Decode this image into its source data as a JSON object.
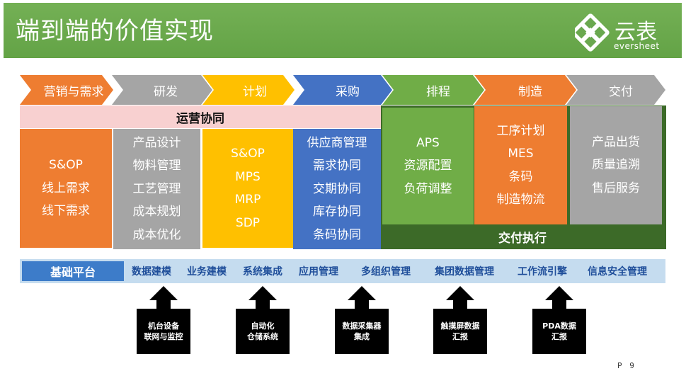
{
  "title": "端到端的价值实现",
  "logo": {
    "name": "云表",
    "sub": "eversheet"
  },
  "stages": [
    {
      "label": "营销与需求",
      "color": "#ee7d31"
    },
    {
      "label": "研发",
      "color": "#a5a5a5"
    },
    {
      "label": "计划",
      "color": "#ffc000"
    },
    {
      "label": "采购",
      "color": "#4472c4"
    },
    {
      "label": "排程",
      "color": "#70ad47"
    },
    {
      "label": "制造",
      "color": "#ee7d31"
    },
    {
      "label": "交付",
      "color": "#a5a5a5"
    }
  ],
  "ops_label": "运营协同",
  "delivery_label": "交付执行",
  "columns": [
    {
      "items": [
        "S&OP",
        "线上需求",
        "线下需求"
      ]
    },
    {
      "items": [
        "产品设计",
        "物料管理",
        "工艺管理",
        "成本规划",
        "成本优化"
      ]
    },
    {
      "items": [
        "S&OP",
        "MPS",
        "MRP",
        "SDP"
      ]
    },
    {
      "items": [
        "供应商管理",
        "需求协同",
        "交期协同",
        "库存协同",
        "条码协同"
      ]
    },
    {
      "items": [
        "APS",
        "资源配置",
        "负荷调整"
      ]
    },
    {
      "items": [
        "工序计划",
        "MES",
        "条码",
        "制造物流"
      ]
    },
    {
      "items": [
        "产品出货",
        "质量追溯",
        "售后服务"
      ]
    }
  ],
  "platform": {
    "label": "基础平台",
    "items": [
      "数据建模",
      "业务建模",
      "系统集成",
      "应用管理",
      "多组织管理",
      "集团数据管理",
      "工作流引擎",
      "信息安全管理"
    ]
  },
  "boxes": [
    {
      "line1": "机台设备",
      "line2": "联网与监控"
    },
    {
      "line1": "自动化",
      "line2": "仓储系统"
    },
    {
      "line1": "数据采集器",
      "line2": "集成"
    },
    {
      "line1": "触摸屏数据",
      "line2": "汇报"
    },
    {
      "line1": "PDA数据",
      "line2": "汇报"
    }
  ],
  "page_number": "P 9"
}
